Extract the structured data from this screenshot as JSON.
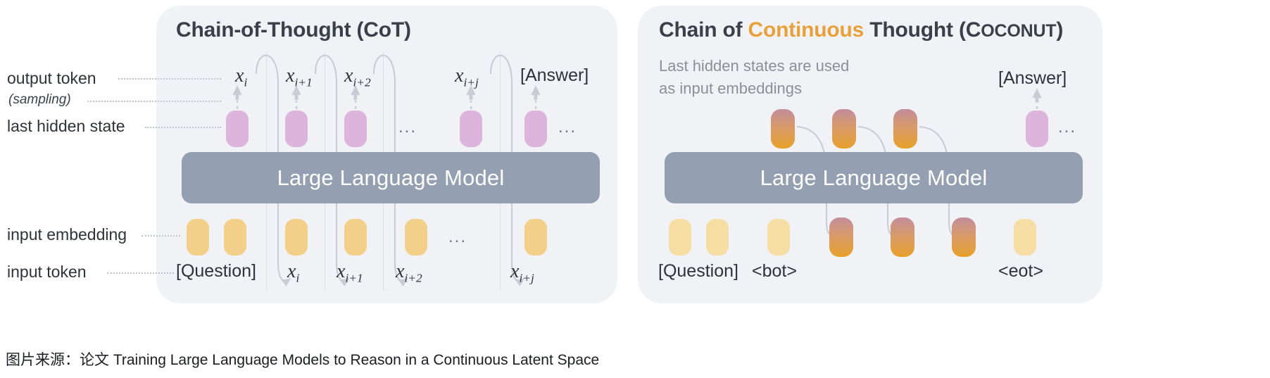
{
  "figure": {
    "caption": "图片来源：论文 Training Large Language Models to Reason in a Continuous Latent Space"
  },
  "row_labels": {
    "output_token": "output token",
    "sampling": "(sampling)",
    "last_hidden_state": "last hidden state",
    "input_embedding": "input embedding",
    "input_token": "input token"
  },
  "left_panel": {
    "title": "Chain-of-Thought (CoT)",
    "llm_label": "Large Language Model",
    "output_tokens": [
      "x",
      "x",
      "x",
      "x",
      "[Answer]"
    ],
    "output_token_subs": [
      "i",
      "i+1",
      "i+2",
      "i+j",
      ""
    ],
    "output_dots": "...",
    "hidden_dots": "...",
    "hidden_states": [
      "hidden-1",
      "hidden-2",
      "hidden-3",
      "hidden-4",
      "hidden-5"
    ],
    "embeddings": [
      "emb-q1",
      "emb-q2",
      "emb-1",
      "emb-2",
      "emb-3",
      "emb-4"
    ],
    "embedding_dots": "...",
    "input_tokens": [
      "[Question]",
      "x",
      "x",
      "x",
      "x"
    ],
    "input_token_subs": [
      "",
      "i",
      "i+1",
      "i+2",
      "i+j"
    ]
  },
  "right_panel": {
    "title_parts": {
      "before": "Chain of ",
      "accent": "Continuous",
      "middle": " Thought (",
      "smallcaps_first": "C",
      "smallcaps_rest": "OCONUT",
      "after": ")"
    },
    "note": "Last hidden states are used\nas input embeddings",
    "llm_label": "Large Language Model",
    "answer_token": "[Answer]",
    "answer_dots": "...",
    "continuous_thoughts": [
      "thought-1",
      "thought-2",
      "thought-3"
    ],
    "embeddings": [
      "emb-q1",
      "emb-q2",
      "emb-bot",
      "cont-1",
      "cont-2",
      "cont-3",
      "emb-eot"
    ],
    "input_tokens": [
      "[Question]",
      "<bot>",
      "<eot>"
    ]
  },
  "colors": {
    "panel_bg": "#f1f2f6",
    "llm_bar": "#94a0b1",
    "hidden_state": "#ddb4dc",
    "embedding": "#f3d089",
    "continuous_top": "#c28d9b",
    "continuous_bottom": "#e8a02a",
    "accent_orange": "#e8a13a",
    "title_text": "#3a3f4a",
    "note_text": "#8b8f98",
    "arrow": "#c9ccd3"
  }
}
